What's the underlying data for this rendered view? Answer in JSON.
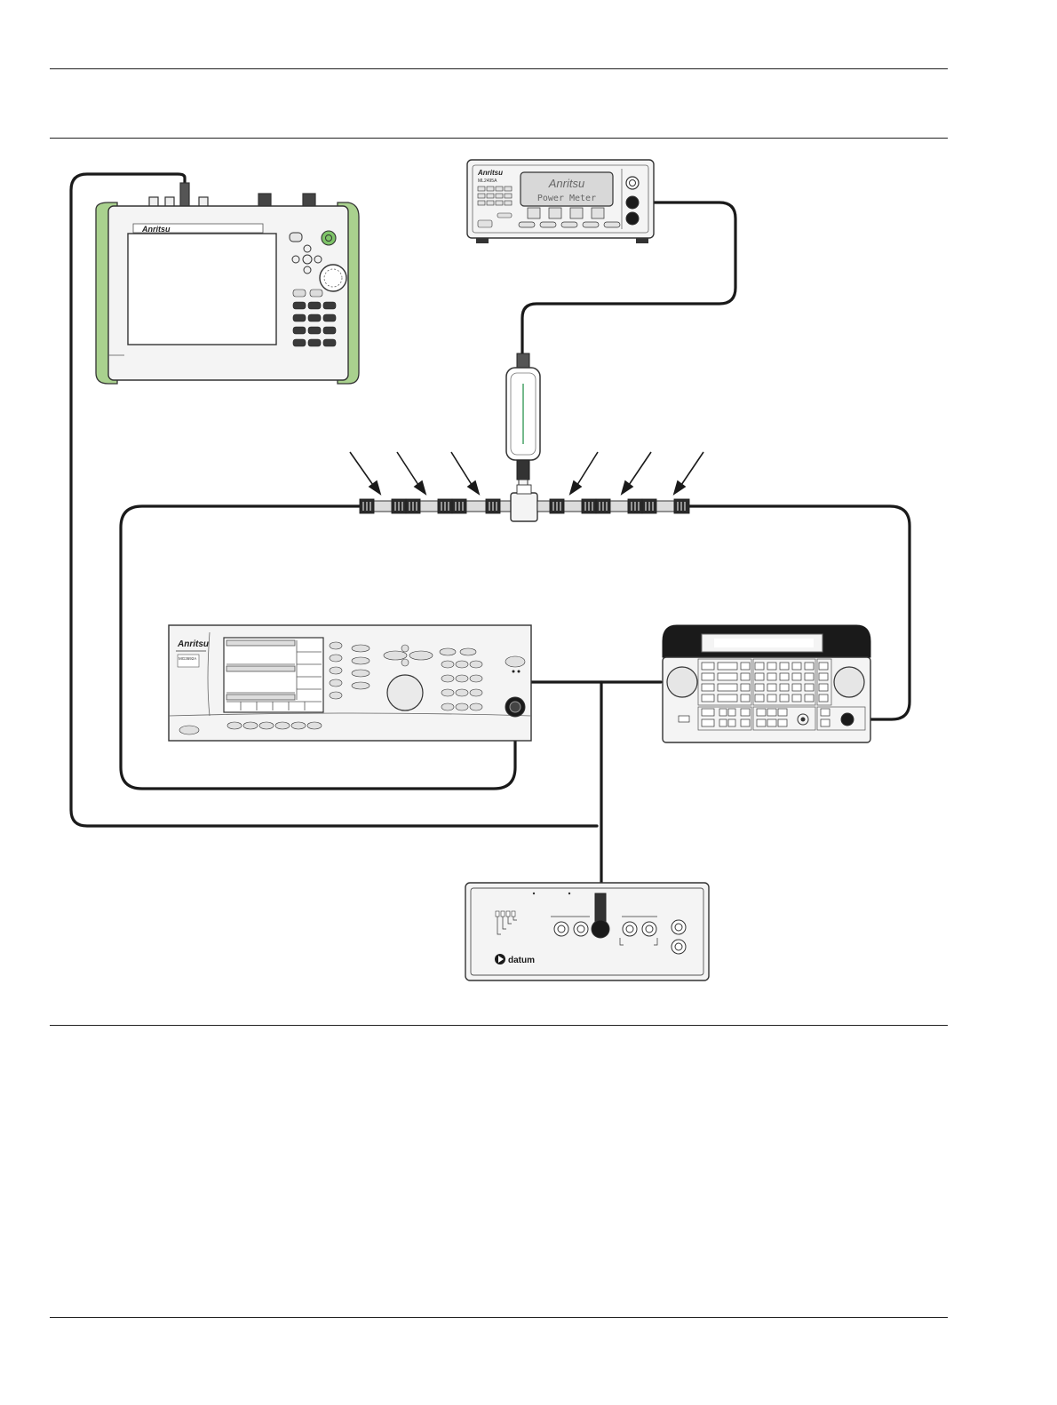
{
  "devices": {
    "handheld": {
      "brand": "Anritsu"
    },
    "power_meter": {
      "brand": "Anritsu",
      "display_text": "Power Meter",
      "model": "ML2495A"
    },
    "synthesizer": {
      "brand": "Anritsu",
      "model": "MG3692A"
    },
    "frequency_reference": {
      "brand": "Datum"
    }
  },
  "colors": {
    "handheld_bumper": "#a9d18e",
    "power_button": "#7ec468",
    "cable": "#1a1a1a",
    "device_body": "#f4f4f4",
    "outline": "#333333"
  },
  "icons": [
    "datum-logo-icon",
    "power-icon"
  ]
}
